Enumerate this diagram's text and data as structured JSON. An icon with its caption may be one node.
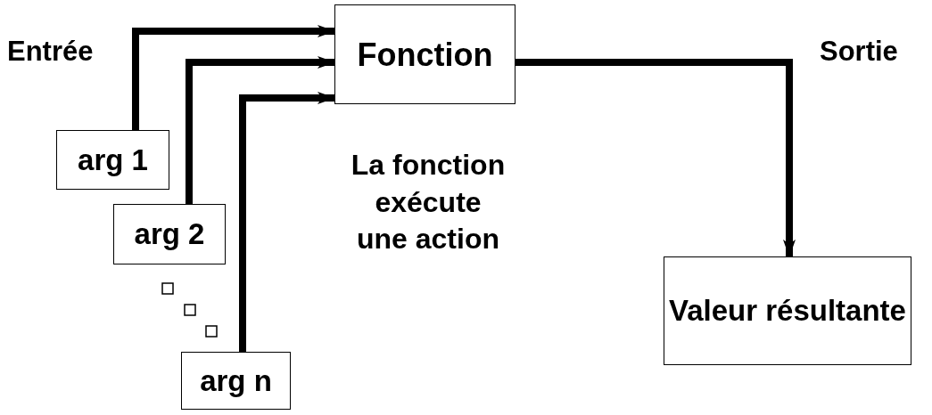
{
  "diagram": {
    "nodes": [
      {
        "text": [
          "Fonction"
        ],
        "beside": [
          "La fonction exécute une action"
        ]
      },
      {
        "text": [
          "arg 1"
        ]
      },
      {
        "text": [
          "arg 2"
        ]
      },
      {
        "text": [
          "arg n"
        ]
      },
      {
        "text": [
          "Valeur résultante"
        ]
      }
    ],
    "edges": [
      {
        "from": 1,
        "to": 0,
        "arrow": "to"
      },
      {
        "from": 2,
        "to": 0,
        "arrow": "to"
      },
      {
        "from": 3,
        "to": 0,
        "arrow": "to"
      },
      {
        "from": 0,
        "to": 4,
        "arrow": "to"
      }
    ],
    "labels": [
      "Entrée",
      "Sortie"
    ]
  }
}
